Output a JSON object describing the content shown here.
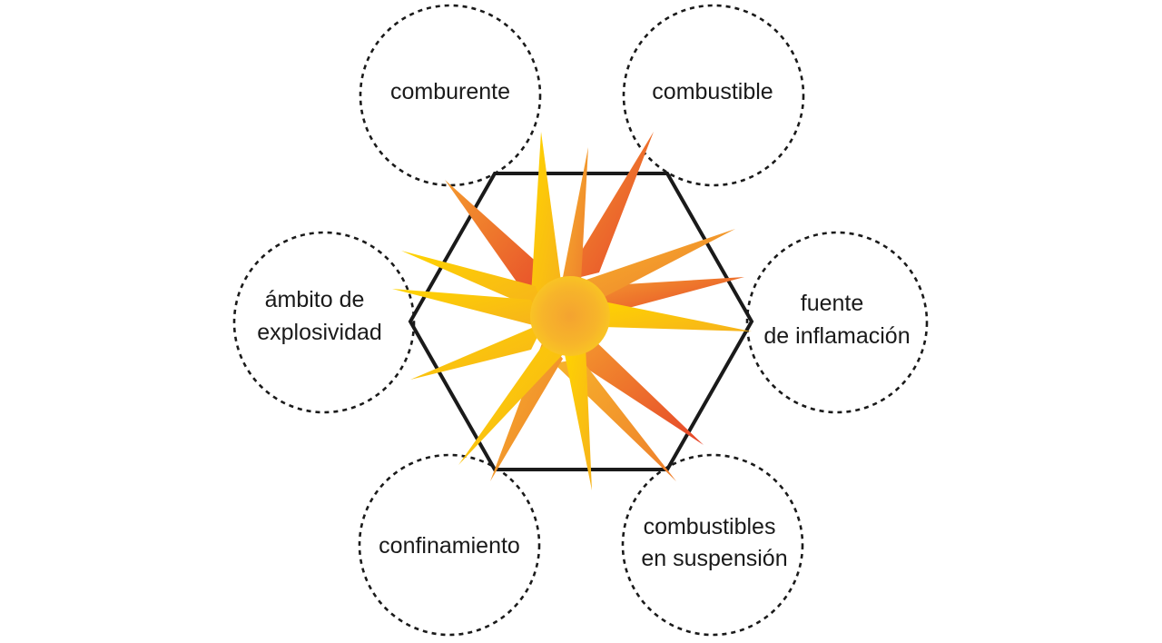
{
  "diagram": {
    "nodes": [
      {
        "id": "comburente",
        "lines": [
          "comburente"
        ]
      },
      {
        "id": "combustible",
        "lines": [
          "combustible"
        ]
      },
      {
        "id": "fuente",
        "lines": [
          "fuente",
          "de inflamación"
        ]
      },
      {
        "id": "suspension",
        "lines": [
          "combustibles",
          "en suspensión"
        ]
      },
      {
        "id": "confinamiento",
        "lines": [
          "confinamiento"
        ]
      },
      {
        "id": "ambito",
        "lines": [
          "ámbito de",
          "explosividad"
        ]
      }
    ],
    "colors": {
      "hexagon": "#1a1a1a",
      "circle_stroke": "#1a1a1a",
      "burst_yellow": "#ffcc00",
      "burst_orange": "#f29a2e",
      "burst_red": "#e8522a"
    },
    "center_icon": "explosion-burst-icon"
  }
}
